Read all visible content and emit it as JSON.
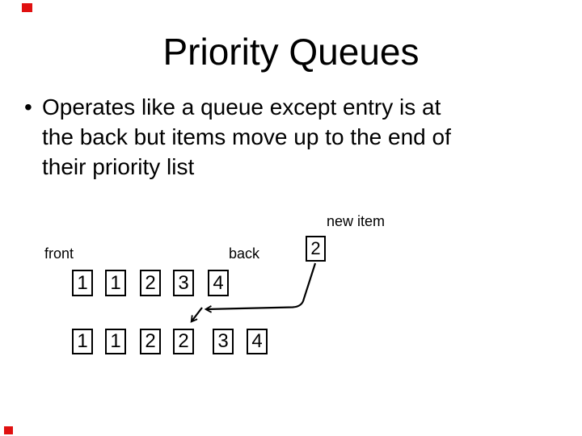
{
  "slide": {
    "title": "Priority Queues",
    "bullet": {
      "marker": "•",
      "lines": [
        "Operates like a queue except entry is at",
        "the back but items move up to the end of",
        "their priority list"
      ]
    },
    "labels": {
      "new_item": "new item",
      "front": "front",
      "back": "back"
    },
    "new_item_box": {
      "value": "2"
    },
    "queue_before": [
      "1",
      "1",
      "2",
      "3",
      "4"
    ],
    "queue_after": [
      "1",
      "1",
      "2",
      "2",
      "3",
      "4"
    ],
    "colors": {
      "background": "#ffffff",
      "text": "#000000",
      "box_border": "#000000",
      "corner_mark": "#e01010"
    }
  }
}
